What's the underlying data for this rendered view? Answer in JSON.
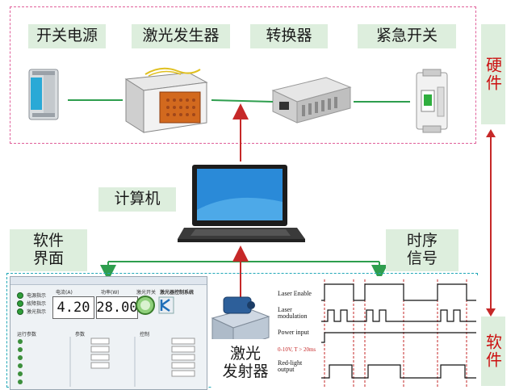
{
  "hardware": {
    "items": [
      "开关电源",
      "激光发生器",
      "转换器",
      "紧急开关"
    ],
    "side_label": "硬件"
  },
  "computer": {
    "label": "计算机"
  },
  "software": {
    "side_label": "软件",
    "interface_label_line1": "软件",
    "interface_label_line2": "界面",
    "timing_label_line1": "时序",
    "timing_label_line2": "信号",
    "emitter_label_line1": "激光",
    "emitter_label_line2": "发射器"
  },
  "interface_panel": {
    "current_label": "电流(A)",
    "power_label": "功率(W)",
    "current_value": "4.20",
    "power_value": "28.00",
    "switch_label": "激光开关",
    "system_title": "激光器控制系统",
    "indicators": [
      "电源指示",
      "故障指示",
      "激光指示"
    ],
    "section_labels": [
      "运行参数",
      "参数",
      "控制"
    ]
  },
  "timing_panel": {
    "signals": [
      "Laser Enable",
      "Laser modulation",
      "Power input",
      "Red-light output"
    ],
    "annotation": "0-10V, T > 20ms"
  },
  "colors": {
    "hardware_border": "#e0609a",
    "software_border": "#21a8b8",
    "label_background": "#ddeedd",
    "side_label_text": "#cc1111",
    "connector_green": "#2e9e4e",
    "arrow_red": "#c62828"
  }
}
